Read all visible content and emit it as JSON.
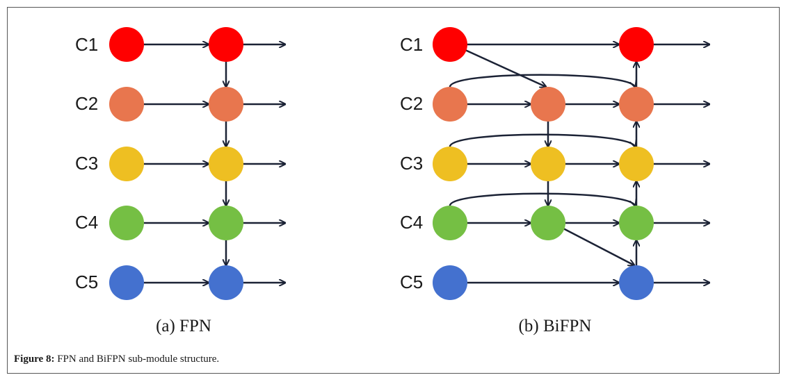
{
  "levels": [
    "C1",
    "C2",
    "C3",
    "C4",
    "C5"
  ],
  "node_colors": [
    "#ff0000",
    "#e8764e",
    "#eebf22",
    "#75bf44",
    "#4471cf"
  ],
  "edge_color": "#1b2235",
  "panels": {
    "fpn": {
      "caption": "(a) FPN"
    },
    "bifpn": {
      "caption": "(b) BiFPN"
    }
  },
  "figure": {
    "label": "Figure 8:",
    "text": "FPN and BiFPN sub-module structure."
  }
}
